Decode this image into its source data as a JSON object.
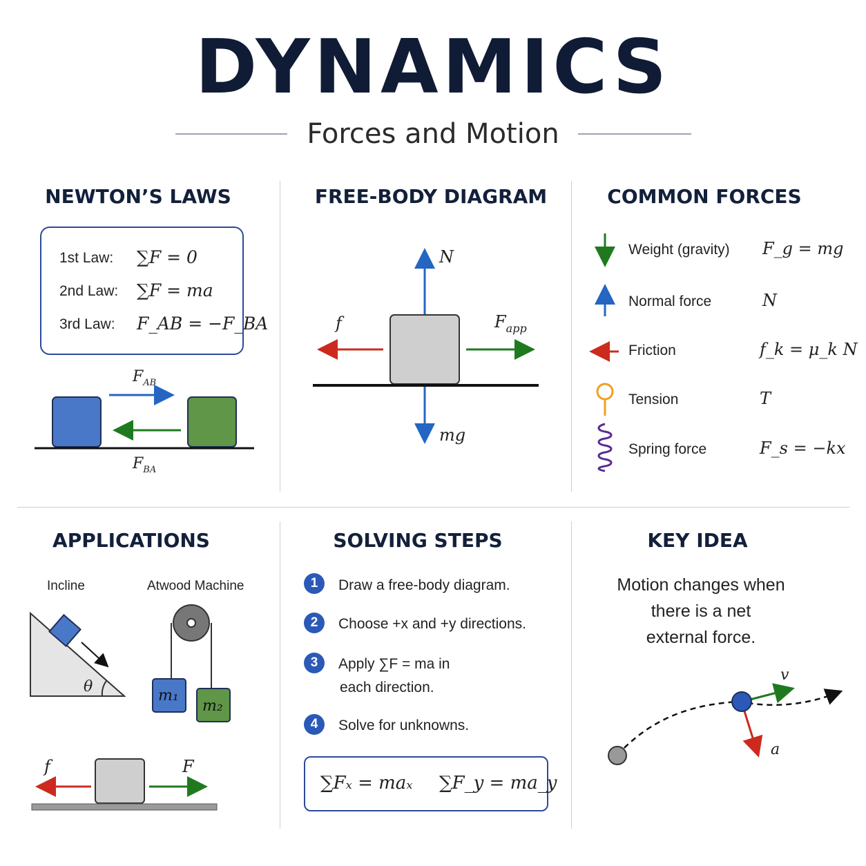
{
  "header": {
    "title": "DYNAMICS",
    "subtitle": "Forces and Motion"
  },
  "newtons_laws": {
    "title": "NEWTON’S LAWS",
    "laws": [
      {
        "label": "1st Law:",
        "equation": "∑F = 0"
      },
      {
        "label": "2nd Law:",
        "equation": "∑F = ma"
      },
      {
        "label": "3rd Law:",
        "equation": "F_AB = −F_BA"
      }
    ],
    "diagram": {
      "top_label": "F_AB",
      "bottom_label": "F_BA"
    }
  },
  "free_body": {
    "title": "FREE-BODY DIAGRAM",
    "labels": {
      "up": "N",
      "down": "mg",
      "left": "f",
      "right": "F_app"
    }
  },
  "common_forces": {
    "title": "COMMON FORCES",
    "items": [
      {
        "icon": "down-arrow-icon",
        "name": "Weight (gravity)",
        "equation": "F_g = mg",
        "color": "#1f7a1f"
      },
      {
        "icon": "up-arrow-icon",
        "name": "Normal force",
        "equation": "N",
        "color": "#2466c2"
      },
      {
        "icon": "left-arrow-icon",
        "name": "Friction",
        "equation": "f_k = μ_k N",
        "color": "#cc2a1f"
      },
      {
        "icon": "rope-icon",
        "name": "Tension",
        "equation": "T",
        "color": "#f0a020"
      },
      {
        "icon": "spring-icon",
        "name": "Spring force",
        "equation": "F_s = −kx",
        "color": "#5a2d91"
      }
    ]
  },
  "applications": {
    "title": "APPLICATIONS",
    "incline_label": "Incline",
    "atwood_label": "Atwood Machine",
    "angle_label": "θ",
    "mass1": "m₁",
    "mass2": "m₂",
    "friction_label": "f",
    "force_label": "F"
  },
  "solving_steps": {
    "title": "SOLVING STEPS",
    "steps": [
      {
        "num": "1",
        "text": "Draw a free-body diagram."
      },
      {
        "num": "2",
        "text": "Choose +x and +y directions."
      },
      {
        "num": "3",
        "text": "Apply ∑F = ma in",
        "text2": "each direction."
      },
      {
        "num": "4",
        "text": "Solve for unknowns."
      }
    ],
    "component_eq_x": "∑Fₓ = maₓ",
    "component_eq_y": "∑F_y = ma_y"
  },
  "key_idea": {
    "title": "KEY IDEA",
    "lines": [
      "Motion changes when",
      "there is a net",
      "external force."
    ],
    "velocity_label": "v",
    "accel_label": "a"
  },
  "colors": {
    "navy": "#101c36",
    "blue": "#2466c2",
    "green": "#1f7a1f",
    "red": "#cc2a1f",
    "box_blue": "#4a78c8",
    "box_green": "#5f9648",
    "gray_block": "#cfcfcf"
  }
}
